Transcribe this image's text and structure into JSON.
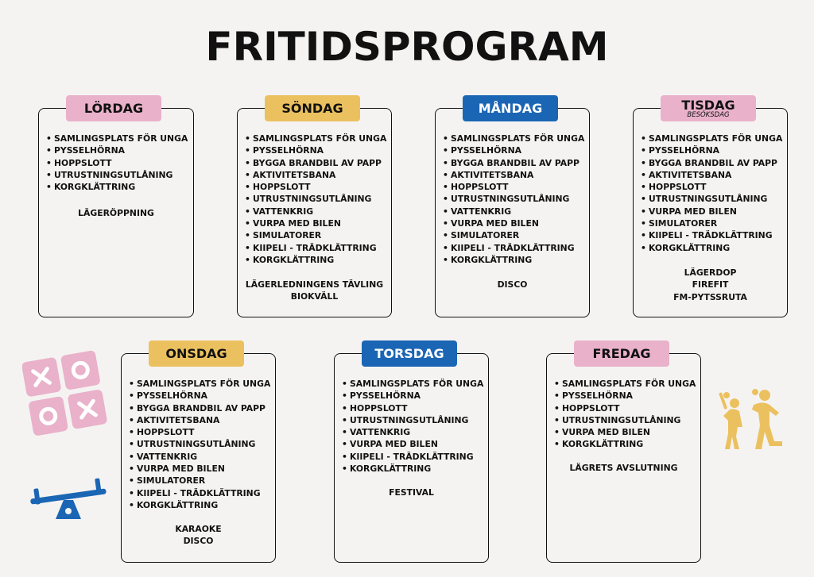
{
  "title": "FRITIDSPROGRAM",
  "days": {
    "lordag": {
      "name": "LÖRDAG",
      "items": [
        "SAMLINGSPLATS FÖR UNGA",
        "PYSSELHÖRNA",
        "HOPPSLOTT",
        "UTRUSTNINGSUTLÅNING",
        "KORGKLÄTTRING"
      ],
      "notes": [
        "LÄGERÖPPNING"
      ]
    },
    "sondag": {
      "name": "SÖNDAG",
      "items": [
        "SAMLINGSPLATS FÖR UNGA",
        "PYSSELHÖRNA",
        "BYGGA BRANDBIL AV PAPP",
        "AKTIVITETSBANA",
        "HOPPSLOTT",
        "UTRUSTNINGSUTLÅNING",
        "VATTENKRIG",
        "VURPA MED BILEN",
        "SIMULATORER",
        "KIIPELI - TRÄDKLÄTTRING",
        "KORGKLÄTTRING"
      ],
      "notes": [
        "LÄGERLEDNINGENS TÄVLING",
        "BIOKVÄLL"
      ]
    },
    "mandag": {
      "name": "MÅNDAG",
      "items": [
        "SAMLINGSPLATS FÖR UNGA",
        "PYSSELHÖRNA",
        "BYGGA BRANDBIL AV PAPP",
        "AKTIVITETSBANA",
        "HOPPSLOTT",
        "UTRUSTNINGSUTLÅNING",
        "VATTENKRIG",
        "VURPA MED BILEN",
        "SIMULATORER",
        "KIIPELI - TRÄDKLÄTTRING",
        "KORGKLÄTTRING"
      ],
      "notes": [
        "DISCO"
      ]
    },
    "tisdag": {
      "name": "TISDAG",
      "subtitle": "BESÖKSDAG",
      "items": [
        "SAMLINGSPLATS FÖR UNGA",
        "PYSSELHÖRNA",
        "BYGGA BRANDBIL AV PAPP",
        "AKTIVITETSBANA",
        "HOPPSLOTT",
        "UTRUSTNINGSUTLÅNING",
        "VURPA MED BILEN",
        "SIMULATORER",
        "KIIPELI - TRÄDKLÄTTRING",
        "KORGKLÄTTRING"
      ],
      "notes": [
        "LÄGERDOP",
        "FIREFIT",
        "FM-PYTSSRUTA"
      ]
    },
    "onsdag": {
      "name": "ONSDAG",
      "items": [
        "SAMLINGSPLATS FÖR UNGA",
        "PYSSELHÖRNA",
        "BYGGA BRANDBIL AV PAPP",
        "AKTIVITETSBANA",
        "HOPPSLOTT",
        "UTRUSTNINGSUTLÅNING",
        "VATTENKRIG",
        "VURPA MED BILEN",
        "SIMULATORER",
        "KIIPELI - TRÄDKLÄTTRING",
        "KORGKLÄTTRING"
      ],
      "notes": [
        "KARAOKE",
        "DISCO"
      ]
    },
    "torsdag": {
      "name": "TORSDAG",
      "items": [
        "SAMLINGSPLATS FÖR UNGA",
        "PYSSELHÖRNA",
        "HOPPSLOTT",
        "UTRUSTNINGSUTLÅNING",
        "VATTENKRIG",
        "VURPA MED BILEN",
        "KIIPELI - TRÄDKLÄTTRING",
        "KORGKLÄTTRING"
      ],
      "notes": [
        "FESTIVAL"
      ]
    },
    "fredag": {
      "name": "FREDAG",
      "items": [
        "SAMLINGSPLATS FÖR UNGA",
        "PYSSELHÖRNA",
        "HOPPSLOTT",
        "UTRUSTNINGSUTLÅNING",
        "VURPA MED BILEN",
        "KORGKLÄTTRING"
      ],
      "notes": [
        "LÄGRETS AVSLUTNING"
      ]
    }
  },
  "colors": {
    "pink": "#e9b1ca",
    "yellow": "#ebc160",
    "blue": "#1b66b4",
    "background": "#f5f3f2"
  },
  "icons": [
    "tic-tac-toe-icon",
    "seesaw-icon",
    "children-playing-icon"
  ]
}
